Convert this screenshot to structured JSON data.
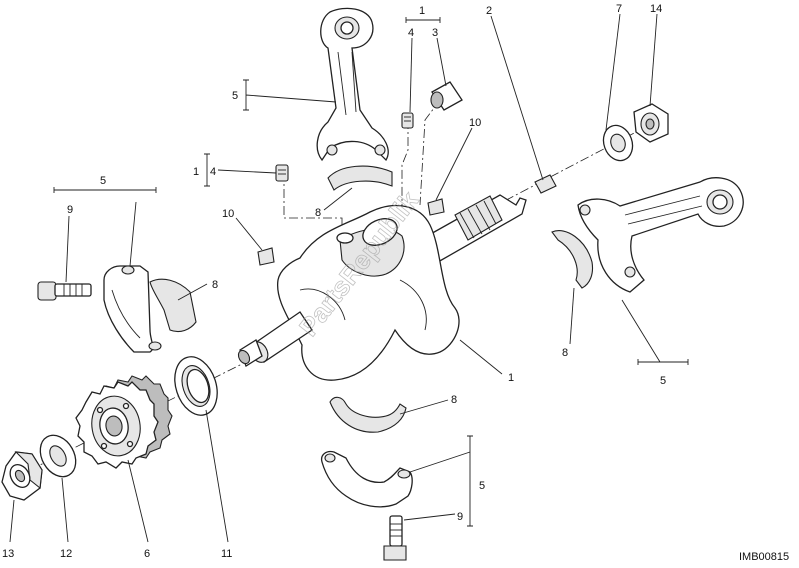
{
  "diagram": {
    "drawing_code": "IMB00815",
    "watermark": "PartsRepublik",
    "callouts": {
      "crankshaft_main": "1",
      "crankshaft_group": "1",
      "crankshaft_group_left": "1",
      "shaft_key_upper": "2",
      "bushing_3": "3",
      "plug_4_top": "4",
      "plug_4_left": "4",
      "conrod_group_top": "5",
      "bearing_group_left": "5",
      "conrod_group_right": "5",
      "cap_group_bottom": "5",
      "gear_6": "6",
      "washer_7": "7",
      "shell_8_top": "8",
      "shell_8_left": "8",
      "shell_8_right": "8",
      "shell_8_bottom": "8",
      "bolt_9_left": "9",
      "bolt_9_bottom": "9",
      "key_10_left": "10",
      "key_10_right": "10",
      "spacer_11": "11",
      "washer_12": "12",
      "nut_13": "13",
      "nut_14": "14"
    }
  }
}
